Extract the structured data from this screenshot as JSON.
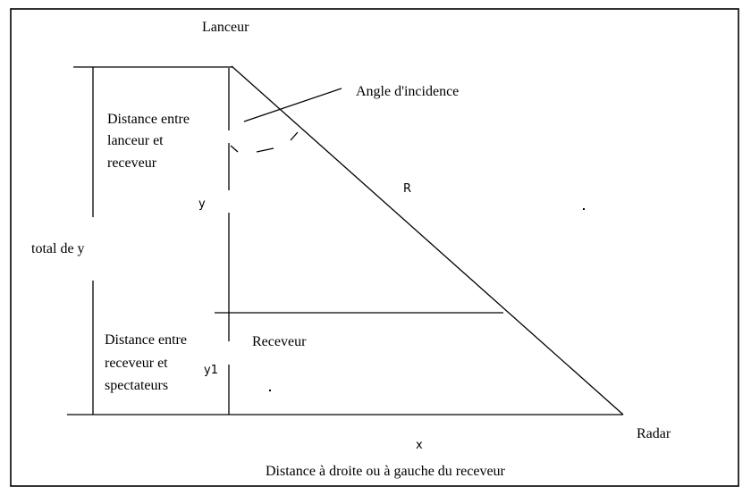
{
  "labels": {
    "lanceur": "Lanceur",
    "angle": "Angle d'incidence",
    "dist_lanceur_receveur": [
      "Distance entre",
      "lanceur et",
      "receveur"
    ],
    "r": "R",
    "y": "y",
    "total_y": "total de y",
    "receveur": "Receveur",
    "dist_receveur_spectateurs": [
      "Distance entre",
      "receveur et",
      "spectateurs"
    ],
    "y1": "y1",
    "radar": "Radar",
    "x": "x",
    "dist_droite_gauche": "Distance à droite ou à gauche du receveur"
  },
  "colors": {
    "stroke": "#000000",
    "background": "#ffffff"
  }
}
